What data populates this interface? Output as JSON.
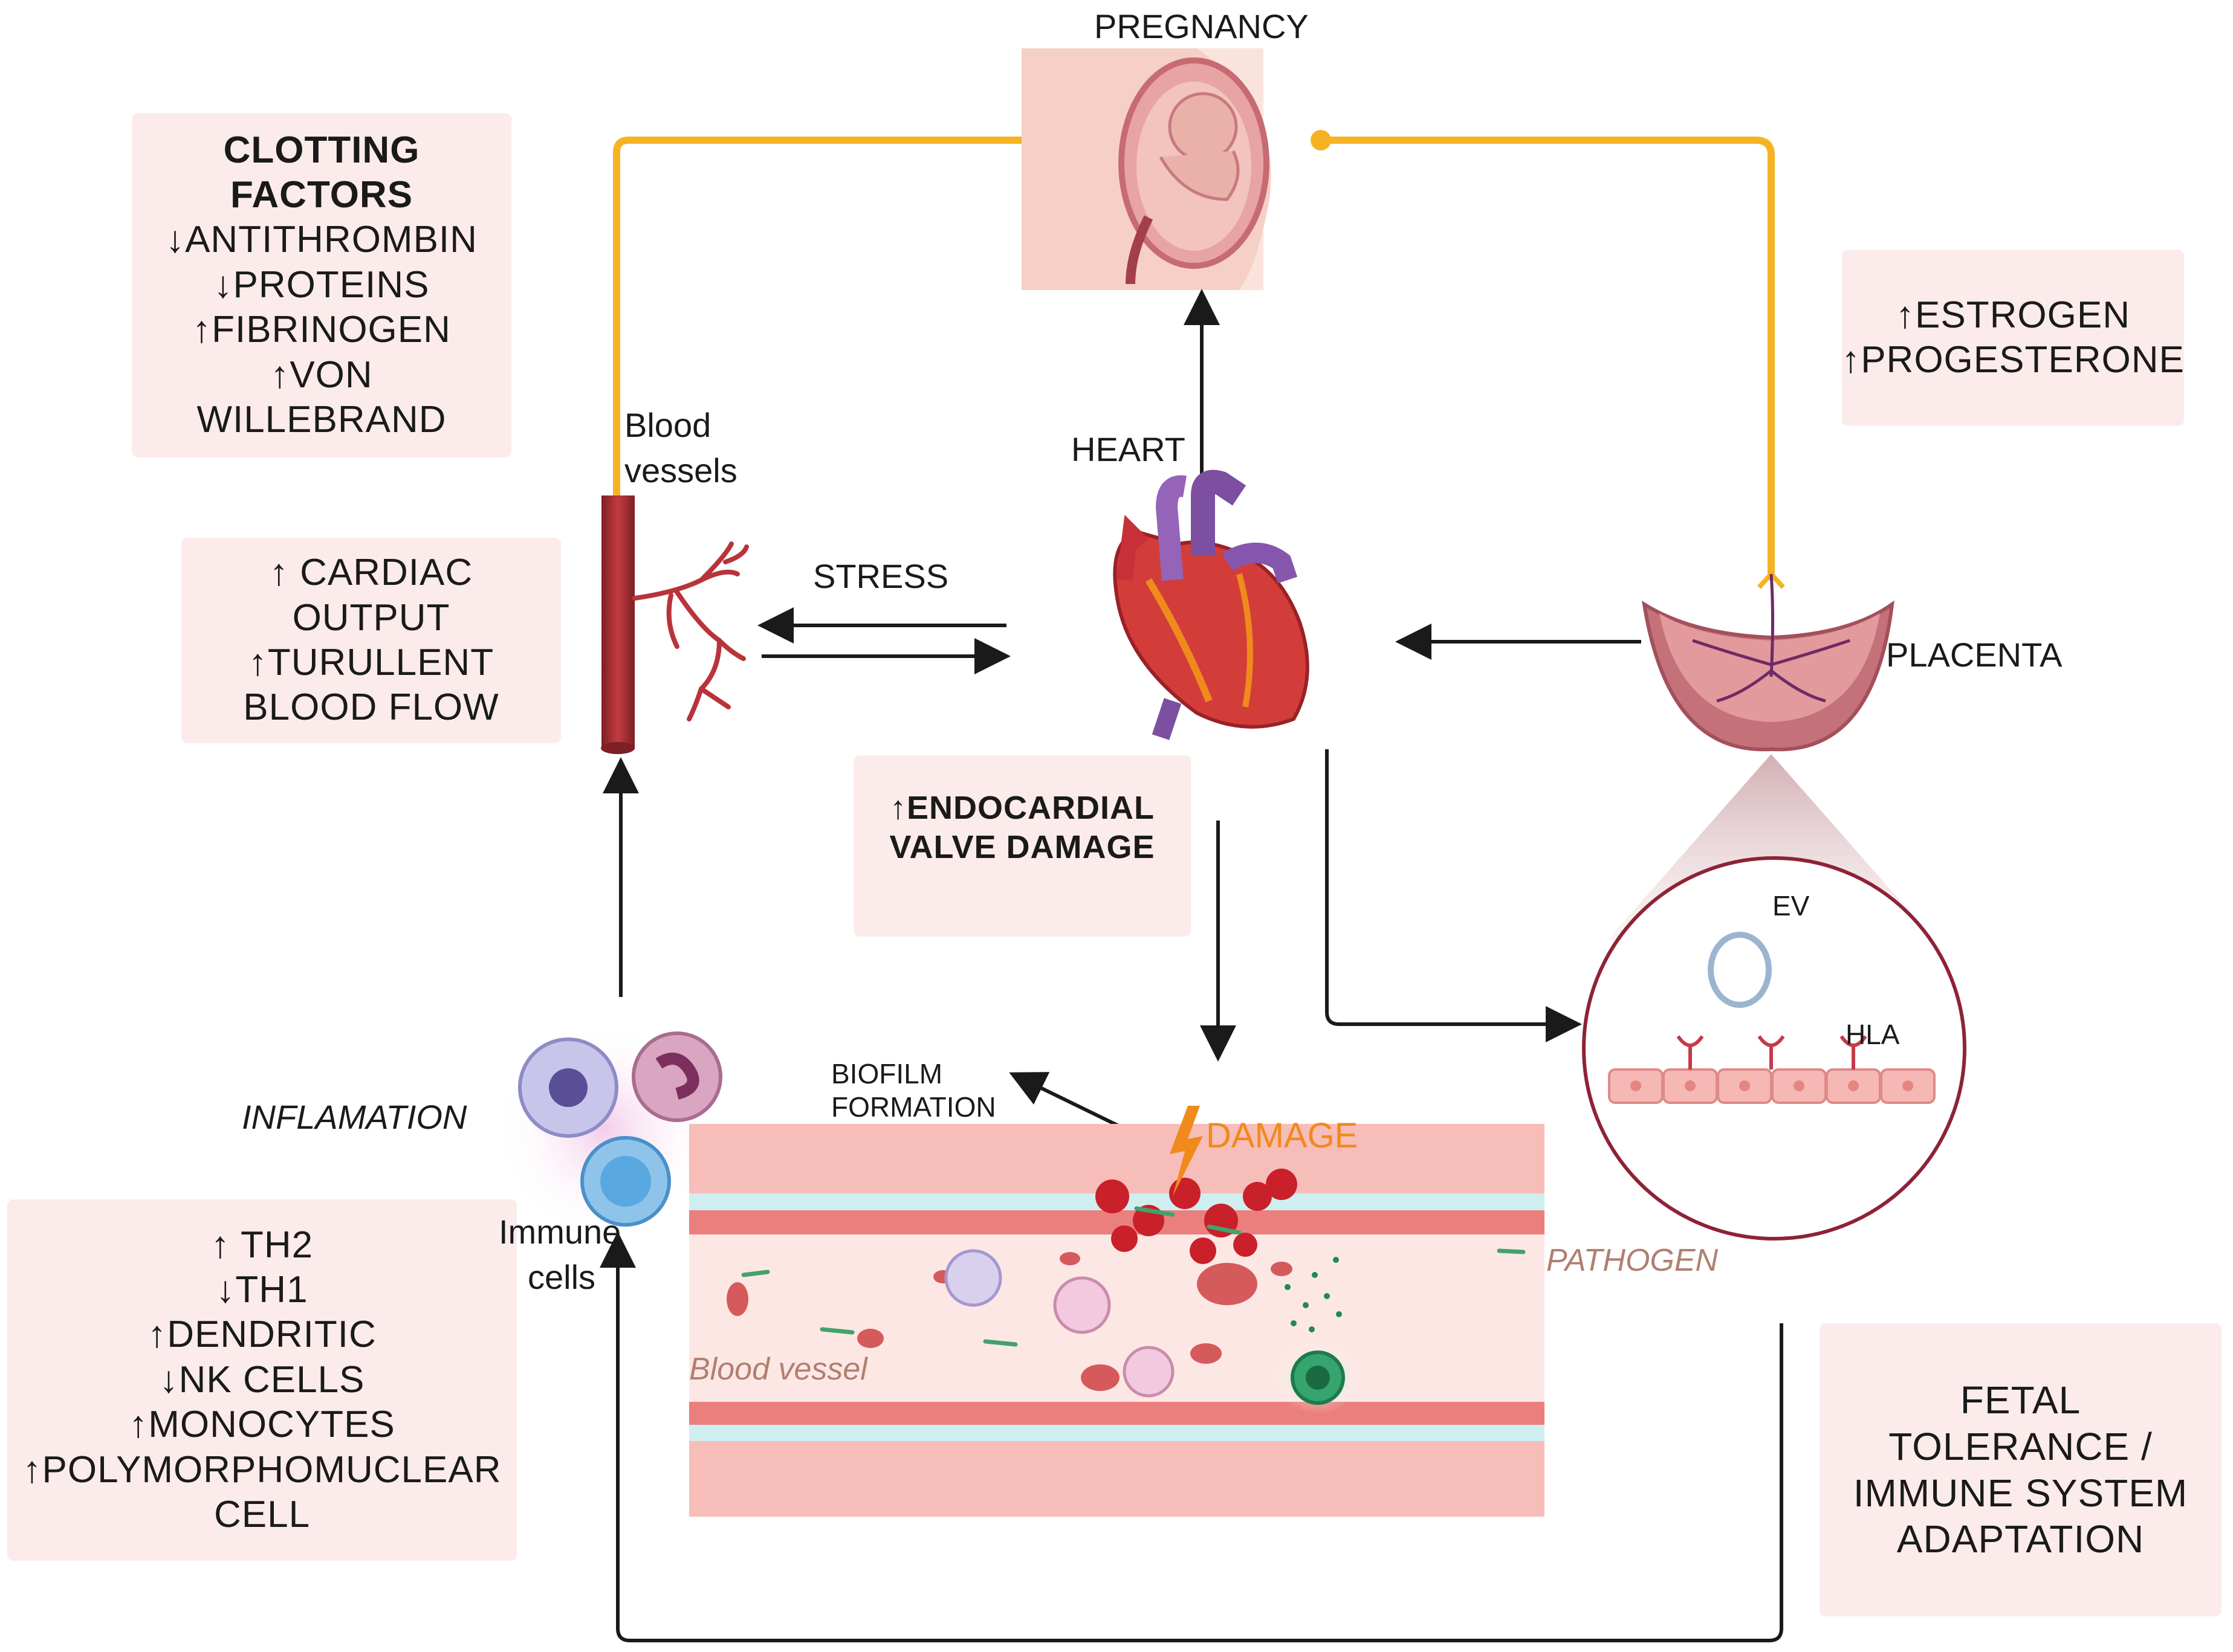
{
  "labels": {
    "pregnancy": "PREGNANCY",
    "heart": "HEART",
    "stress": "STRESS",
    "placenta": "PLACENTA",
    "blood_vessels_1": "Blood",
    "blood_vessels_2": "vessels",
    "inflamation": "INFLAMATION",
    "immune_cells_1": "Immune",
    "immune_cells_2": "cells",
    "biofilm_1": "BIOFILM",
    "biofilm_2": "FORMATION",
    "damage": "DAMAGE",
    "pathogen": "PATHOGEN",
    "blood_vessel": "Blood vessel",
    "ev": "EV",
    "hla": "HLA"
  },
  "boxes": {
    "clotting": {
      "title_1": "CLOTTING",
      "title_2": "FACTORS",
      "lines": [
        "↓ANTITHROMBIN",
        "↓PROTEINS",
        "↑FIBRINOGEN",
        "↑VON",
        "WILLEBRAND"
      ]
    },
    "cardiac": {
      "lines": [
        "↑ CARDIAC",
        "OUTPUT",
        "↑TURULLENT",
        "BLOOD FLOW"
      ]
    },
    "hormones": {
      "lines": [
        "↑ESTROGEN",
        "↑PROGESTERONE"
      ]
    },
    "endocardial": {
      "lines": [
        "↑ENDOCARDIAL",
        "VALVE DAMAGE"
      ]
    },
    "immune": {
      "lines": [
        "↑ TH2",
        "↓TH1",
        "↑DENDRITIC",
        "↓NK CELLS",
        "↑MONOCYTES",
        "↑POLYMORPHOMUCLEAR",
        "CELL"
      ]
    },
    "fetal": {
      "lines": [
        "FETAL",
        "TOLERANCE /",
        "IMMUNE SYSTEM",
        "ADAPTATION"
      ]
    }
  },
  "colors": {
    "box_bg": "#fbeceb",
    "connector": "#f5b323",
    "arrow": "#1a1a1a",
    "vessel_red": "#b8343a",
    "damage_orange": "#f08a1c",
    "pathogen_brown": "#b08070"
  }
}
